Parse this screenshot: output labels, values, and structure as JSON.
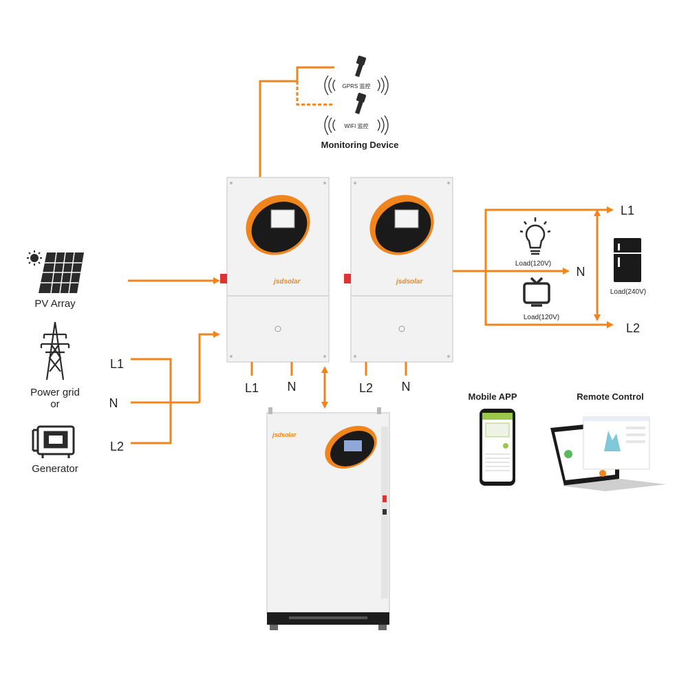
{
  "colors": {
    "wire": "#f0851e",
    "device_body": "#f2f2f2",
    "device_border": "#d5d5d5",
    "display_black": "#1a1a1a",
    "icon_dark": "#2b2b2b"
  },
  "monitoring": {
    "gprs_label": "GPRS 监控",
    "wifi_label": "WIFI 监控",
    "title": "Monitoring Device"
  },
  "inputs": {
    "pv_label": "PV Array",
    "grid_label_line1": "Power grid",
    "grid_label_line2": "or",
    "generator_label": "Generator",
    "line_labels": [
      "L1",
      "N",
      "L2"
    ]
  },
  "inverters": {
    "brand": "jsdsolar",
    "left_terminals": [
      "L1",
      "N"
    ],
    "right_terminals": [
      "L2",
      "N"
    ]
  },
  "battery": {
    "brand": "jsdsolar"
  },
  "loads": {
    "out_l1": "L1",
    "out_n": "N",
    "out_l2": "L2",
    "light_load": "Load(120V)",
    "tv_load": "Load(120V)",
    "fridge_load": "Load(240V)"
  },
  "apps": {
    "mobile_title": "Mobile APP",
    "remote_title": "Remote Control"
  },
  "icons": [
    "sun-icon",
    "solar-panel-icon",
    "power-tower-icon",
    "generator-icon",
    "light-bulb-icon",
    "tv-icon",
    "fridge-icon",
    "monitoring-dongle-icon",
    "smartphone-icon",
    "laptop-icon"
  ]
}
